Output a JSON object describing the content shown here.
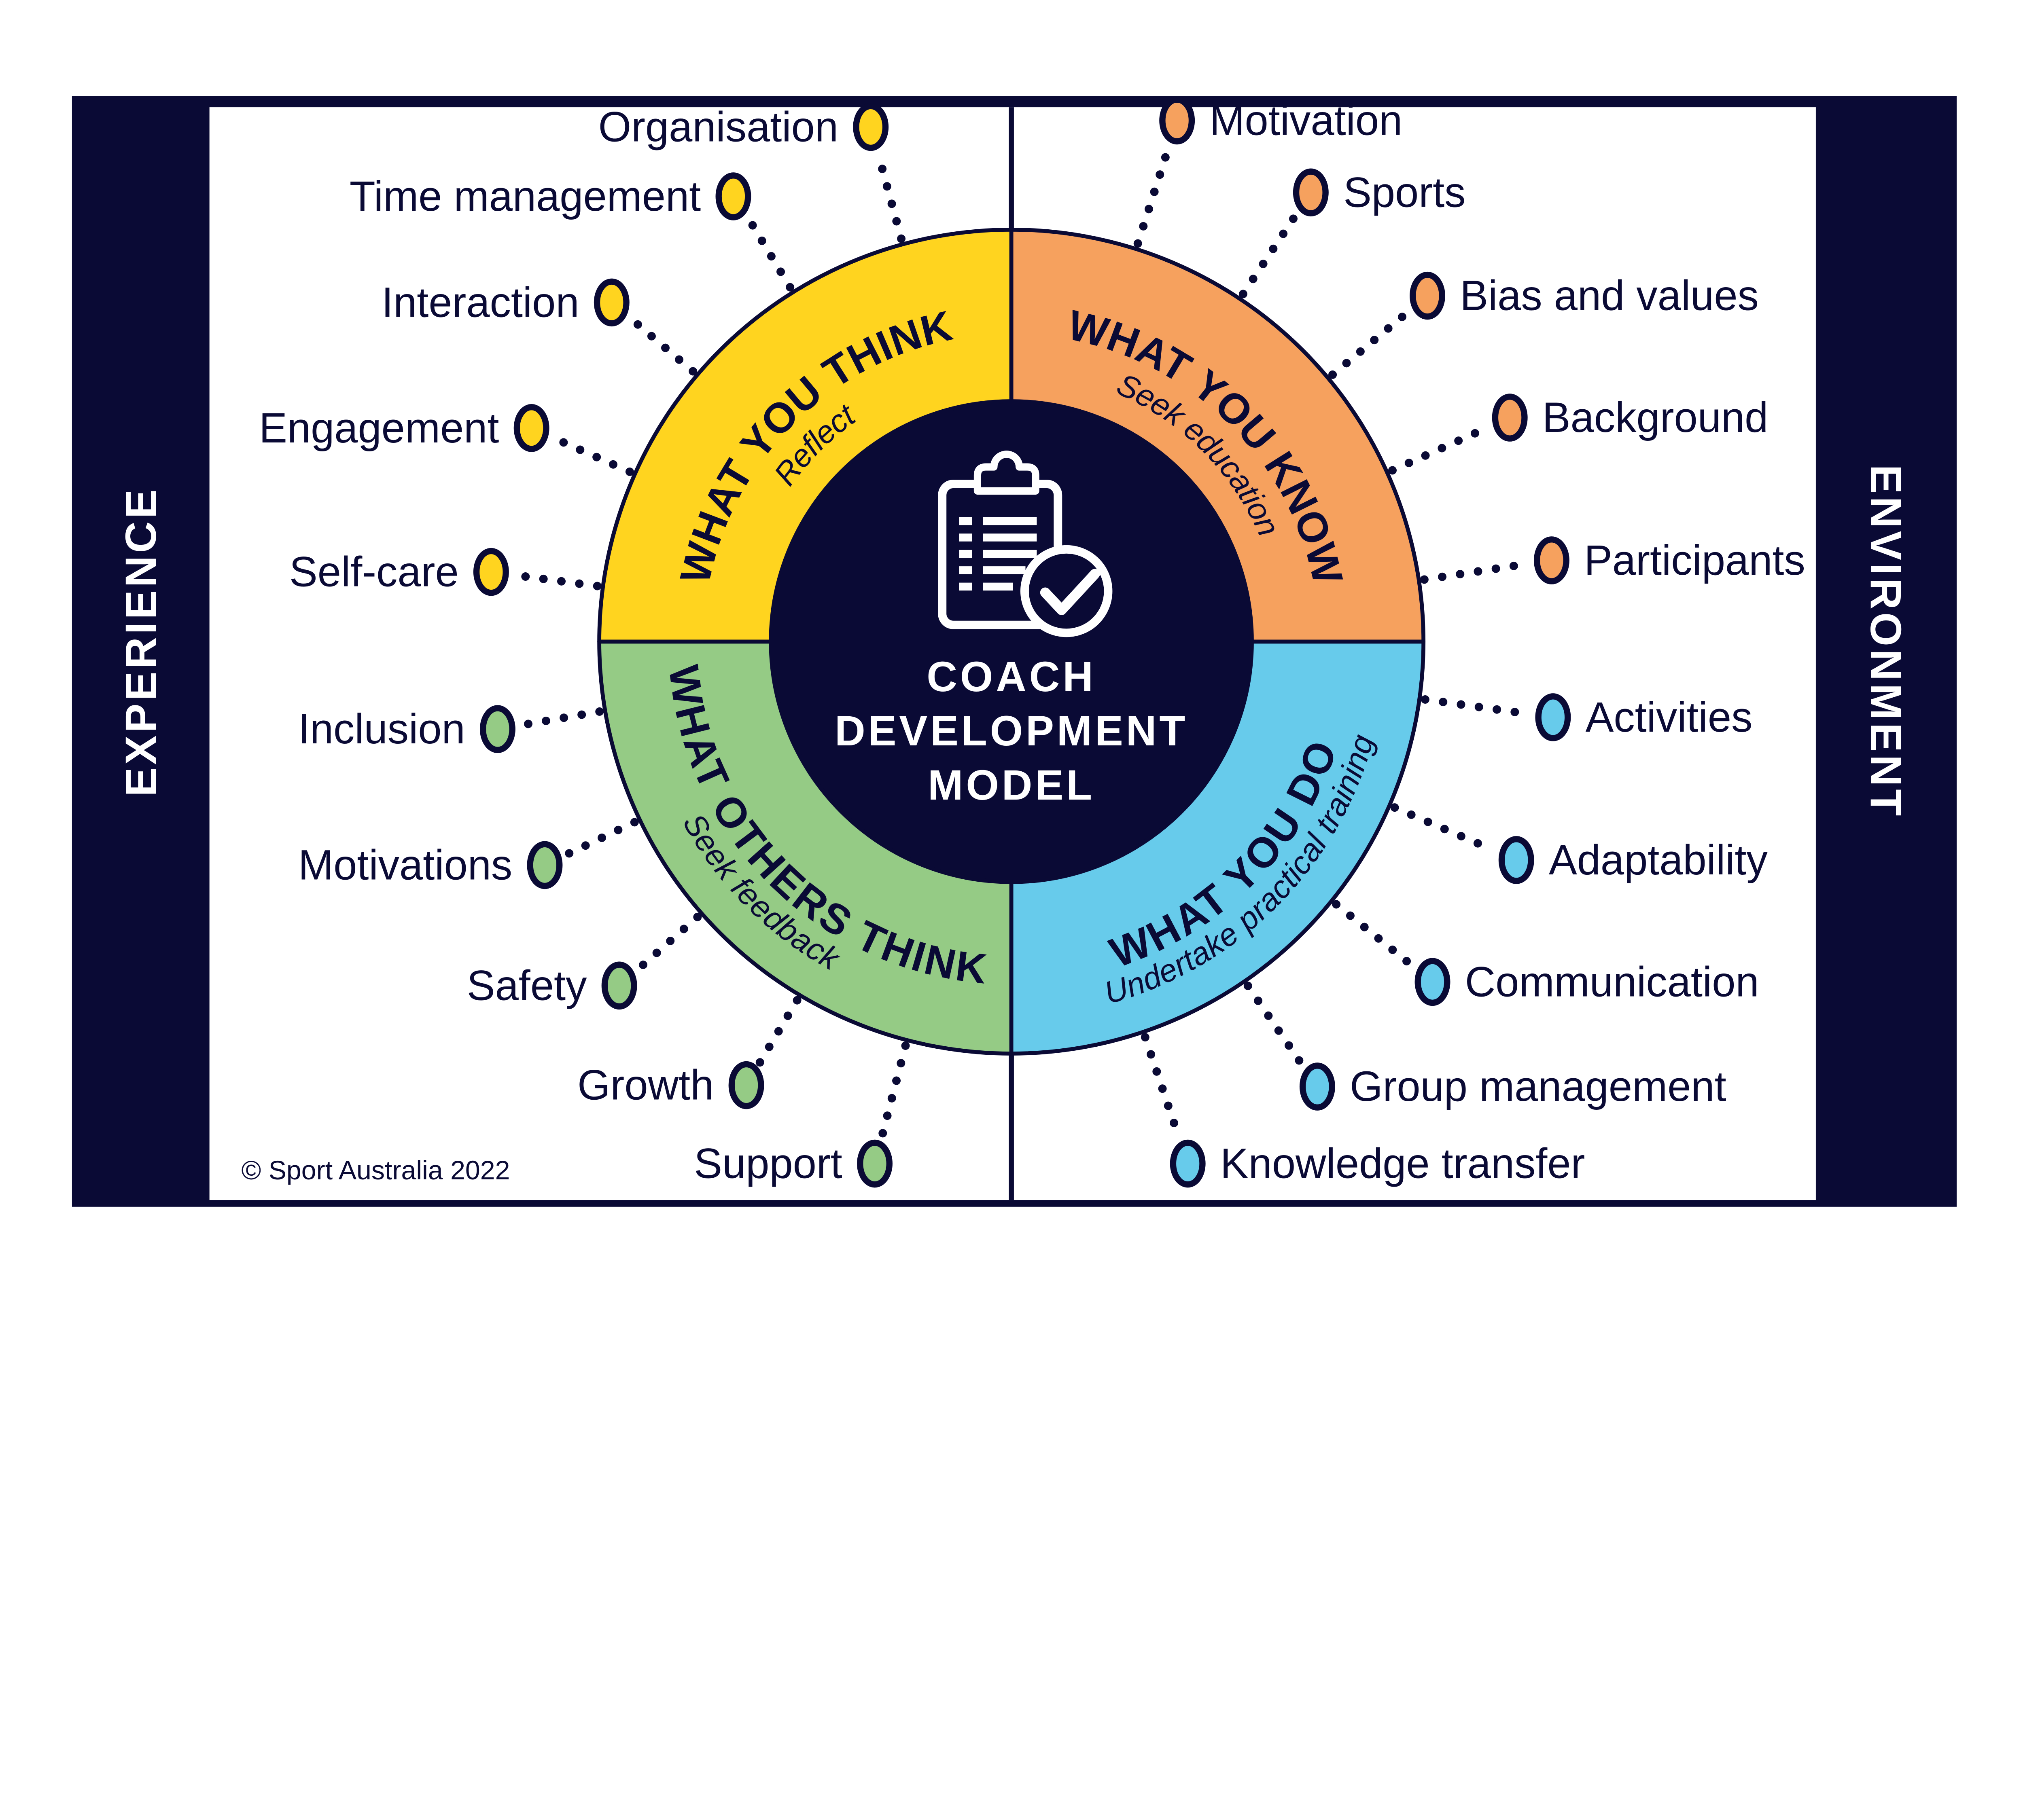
{
  "frame": {
    "left_label": "EXPERIENCE",
    "right_label": "ENVIRONMENT"
  },
  "center": {
    "line1": "COACH",
    "line2": "DEVELOPMENT",
    "line3": "MODEL",
    "icon": "clipboard-check-icon"
  },
  "copyright": "© Sport Australia 2022",
  "colors": {
    "navy": "#0A0A35",
    "yellow": "#FFD41F",
    "orange": "#F6A15E",
    "green": "#95CB85",
    "blue": "#67CBEB",
    "white": "#FFFFFF"
  },
  "quadrants": [
    {
      "id": "what-you-think",
      "position": "top-left",
      "title": "WHAT YOU THINK",
      "subtitle": "Reflect",
      "color": "#FFD41F",
      "items": [
        "Organisation",
        "Time management",
        "Interaction",
        "Engagement",
        "Self-care"
      ]
    },
    {
      "id": "what-you-know",
      "position": "top-right",
      "title": "WHAT YOU KNOW",
      "subtitle": "Seek education",
      "color": "#F6A15E",
      "items": [
        "Motivation",
        "Sports",
        "Bias and values",
        "Background",
        "Participants"
      ]
    },
    {
      "id": "what-others-think",
      "position": "bottom-left",
      "title": "WHAT OTHERS THINK",
      "subtitle": "Seek feedback",
      "color": "#95CB85",
      "items": [
        "Inclusion",
        "Motivations",
        "Safety",
        "Growth",
        "Support"
      ]
    },
    {
      "id": "what-you-do",
      "position": "bottom-right",
      "title": "WHAT YOU DO",
      "subtitle": "Undertake practical training",
      "color": "#67CBEB",
      "items": [
        "Activities",
        "Adaptability",
        "Communication",
        "Group management",
        "Knowledge transfer"
      ]
    }
  ]
}
